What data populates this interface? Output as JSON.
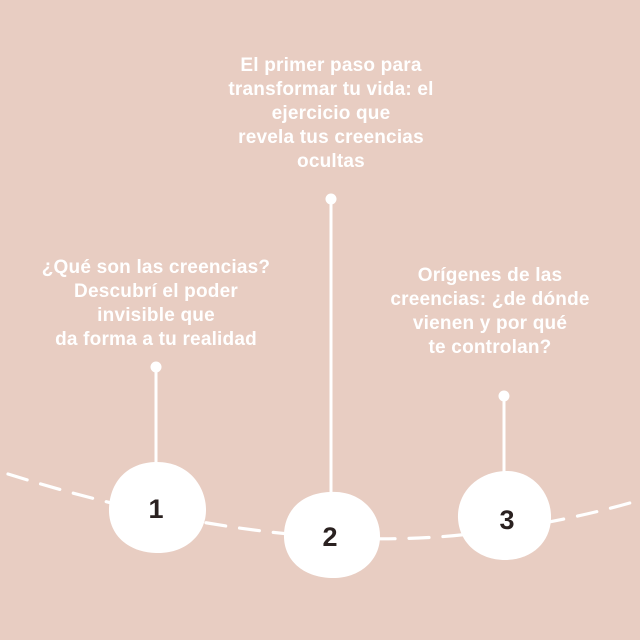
{
  "steps": [
    {
      "number": "1",
      "lines": [
        "¿Qué son las creencias?",
        "Descubrí el poder",
        "invisible que",
        "da forma a tu realidad"
      ]
    },
    {
      "number": "2",
      "lines": [
        "El primer paso para",
        "transformar tu vida: el",
        "ejercicio que",
        "revela tus creencias",
        "ocultas"
      ]
    },
    {
      "number": "3",
      "lines": [
        "Orígenes de las",
        "creencias: ¿de dónde",
        "vienen y por qué",
        "te controlan?"
      ]
    }
  ],
  "colors": {
    "background": "#e8cdc2",
    "text": "#ffffff",
    "number": "#2a2120",
    "blob": "#ffffff"
  }
}
